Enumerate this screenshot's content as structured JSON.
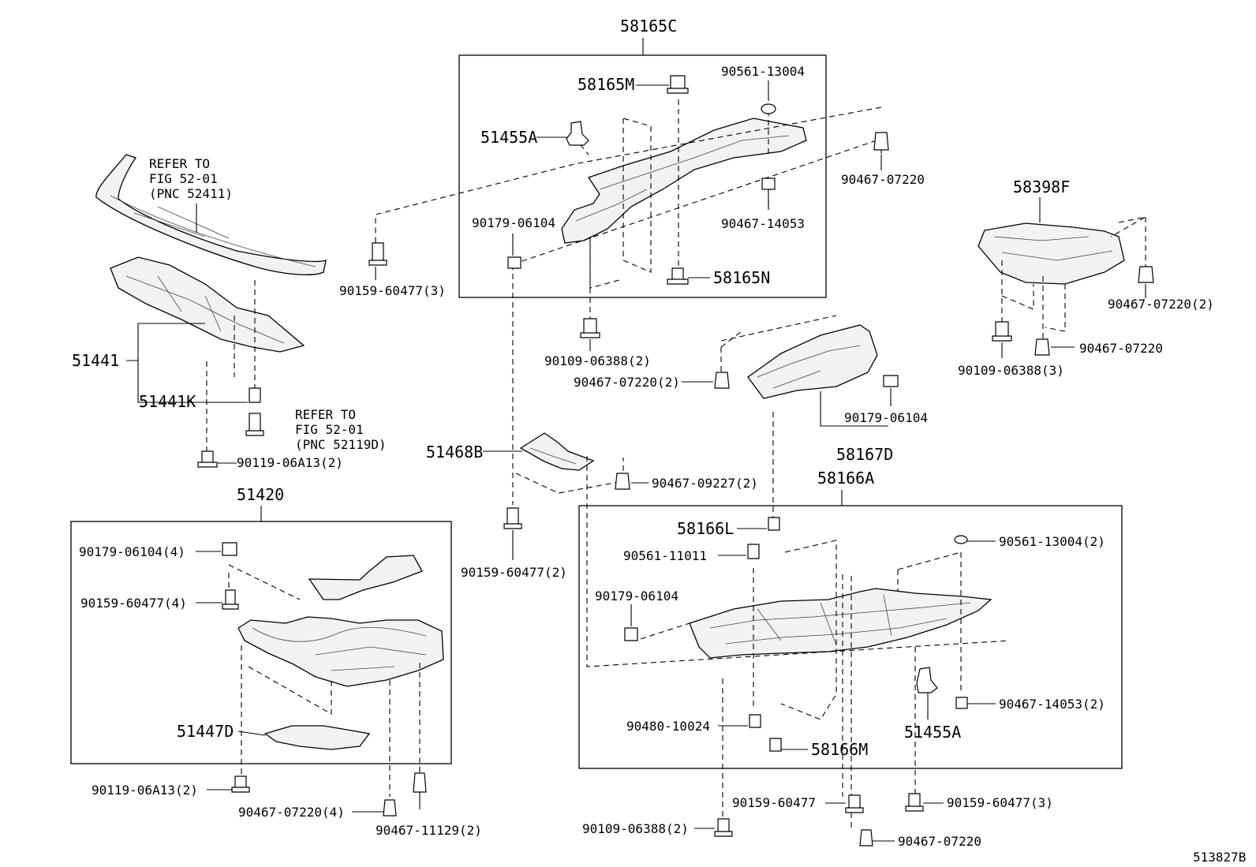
{
  "diagram_id": "513827B",
  "groups": {
    "g58165C": "58165C",
    "g51420": "51420",
    "g58166A": "58166A",
    "g58398F": "58398F",
    "g58167D": "58167D",
    "g51441": "51441",
    "g51468B": "51468B"
  },
  "refs": {
    "ref1": [
      "REFER TO",
      "FIG 52-01",
      "(PNC 52411)"
    ],
    "ref2": [
      "REFER TO",
      "FIG 52-01",
      "(PNC 52119D)"
    ]
  },
  "labels": {
    "p58165M": "58165M",
    "p90561_13004": "90561-13004",
    "p51455A_top": "51455A",
    "p90467_07220_top": "90467-07220",
    "p90179_06104_top": "90179-06104",
    "p90467_14053_top": "90467-14053",
    "p58165N": "58165N",
    "p90159_60477_3_top": "90159-60477(3)",
    "p90109_06388_2_top": "90109-06388(2)",
    "p90467_07220_2_mid": "90467-07220(2)",
    "p90179_06104_mid": "90179-06104",
    "p90467_07220_2_right": "90467-07220(2)",
    "p90467_07220_right": "90467-07220",
    "p90109_06388_3": "90109-06388(3)",
    "p51441K": "51441K",
    "p90119_06A13_2_top": "90119-06A13(2)",
    "p90467_09227_2": "90467-09227(2)",
    "p90159_60477_2": "90159-60477(2)",
    "p90179_06104_4": "90179-06104(4)",
    "p90159_60477_4": "90159-60477(4)",
    "p51447D": "51447D",
    "p90119_06A13_2_bot": "90119-06A13(2)",
    "p90467_07220_4": "90467-07220(4)",
    "p90467_11129_2": "90467-11129(2)",
    "p58166L": "58166L",
    "p90561_11011": "90561-11011",
    "p90179_06104_low": "90179-06104",
    "p90561_13004_2": "90561-13004(2)",
    "p90467_14053_2": "90467-14053(2)",
    "p90480_10024": "90480-10024",
    "p58166M": "58166M",
    "p51455A_low": "51455A",
    "p90159_60477_low": "90159-60477",
    "p90159_60477_3_low": "90159-60477(3)",
    "p90109_06388_2_low": "90109-06388(2)",
    "p90467_07220_low": "90467-07220"
  }
}
